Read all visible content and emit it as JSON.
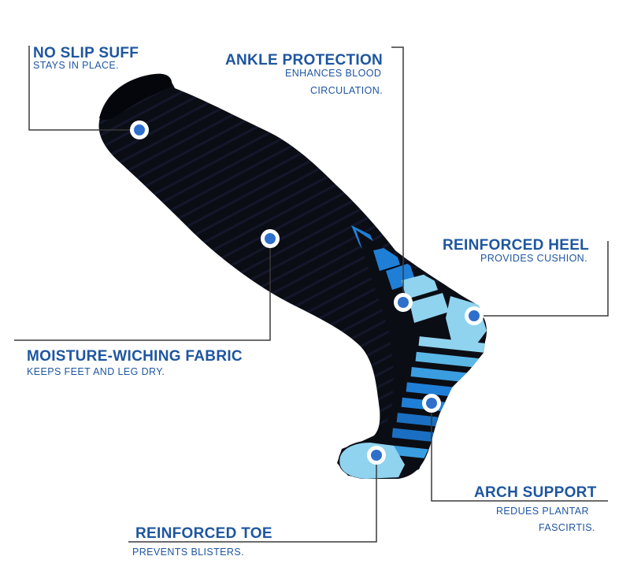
{
  "features": [
    {
      "id": "no-slip",
      "title": "NO SLIP SUFF",
      "lines": [
        "STAYS IN PLACE."
      ]
    },
    {
      "id": "ankle",
      "title": "ANKLE PROTECTION",
      "lines": [
        "ENHANCES BLOOD",
        "CIRCULATION."
      ]
    },
    {
      "id": "heel",
      "title": "REINFORCED HEEL",
      "lines": [
        "PROVIDES CUSHION."
      ]
    },
    {
      "id": "moisture",
      "title": "MOISTURE-WICHING FABRIC",
      "lines": [
        "KEEPS FEET AND LEG DRY."
      ]
    },
    {
      "id": "arch",
      "title": "ARCH SUPPORT",
      "lines": [
        "REDUES PLANTAR",
        "FASCIRTIS."
      ]
    },
    {
      "id": "toe",
      "title": "REINFORCED TOE",
      "lines": [
        "PREVENTS BLISTERS."
      ]
    }
  ],
  "colors": {
    "text": "#1e56a0",
    "sock_black": "#0b0d14",
    "accent_dark_blue": "#1f7fd6",
    "accent_light_blue": "#8fd3ef",
    "leader_line": "#3a3a3a",
    "hotspot": "#2f6fcc"
  },
  "icons": [
    "hotspot-dot-icon"
  ]
}
